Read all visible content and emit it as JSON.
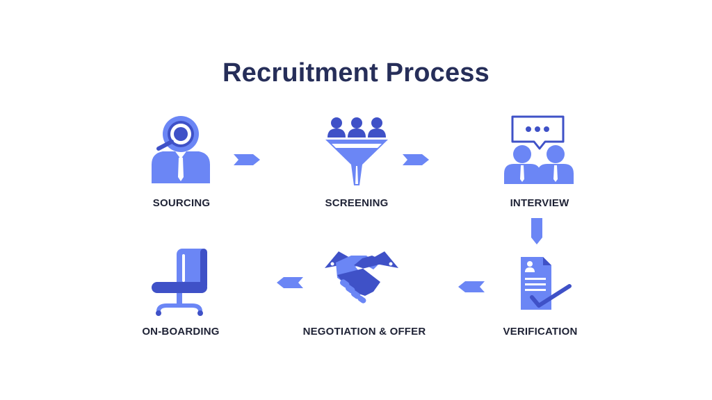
{
  "title": "Recruitment Process",
  "steps": [
    {
      "label": "SOURCING",
      "icon": "person-search-icon"
    },
    {
      "label": "SCREENING",
      "icon": "funnel-people-icon"
    },
    {
      "label": "INTERVIEW",
      "icon": "interview-speech-bubble-icon"
    },
    {
      "label": "VERIFICATION",
      "icon": "document-check-icon"
    },
    {
      "label": "NEGOTIATION & OFFER",
      "icon": "handshake-icon"
    },
    {
      "label": "ON-BOARDING",
      "icon": "office-chair-icon"
    }
  ],
  "colors": {
    "primary": "#6b86f5",
    "dark": "#3f51c7",
    "title": "#262e59",
    "label": "#1e2235",
    "background": "#ffffff"
  }
}
